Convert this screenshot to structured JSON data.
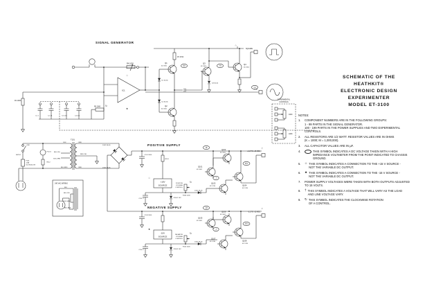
{
  "colors": {
    "ink": "#222222",
    "paper": "#ffffff"
  },
  "icons": {
    "plus15_star": "☆",
    "minus15_star": "★",
    "varies_dagger": "†",
    "cw_rotation": "↻"
  },
  "title_block": {
    "lines": [
      "SCHEMATIC OF THE",
      "HEATHKIT®",
      "ELECTRONIC DESIGN",
      "EXPERIMENTER",
      "MODEL ET-3100"
    ]
  },
  "notes": {
    "heading": "NOTES:",
    "items": [
      {
        "num": "1.",
        "text": "COMPONENT NUMBERS ARE IN THE FOLLOWING GROUPS:\n1 - 99  PARTS IN THE SIGNAL GENERATOR.\n100 - 199  PARTS IN THE POWER SUPPLIES AND TWO EXPERIMENTAL\nCONTROLS."
      },
      {
        "num": "2.",
        "text": "ALL RESISTORS ARE 1/2 WATT.  RESISTOR VALUES ARE IN OHMS\n(K = 1000; M = 1,000,000)."
      },
      {
        "num": "3.",
        "text": "ALL CAPACITOR VALUES ARE IN µF."
      },
      {
        "num": "4.",
        "text": "THIS SYMBOL INDICATES A DC VOLTAGE TAKEN WITH A HIGH\nIMPEDANCE VOLTMETER FROM THE POINT INDICATED TO CHASSIS\nGROUND."
      },
      {
        "num": "5.",
        "text": "THIS SYMBOL INDICATES A CONNECTION TO THE +15 V SOURCE -\nNOT THE VARIABLE DC OUTPUT."
      },
      {
        "num": "6.",
        "text": "THIS SYMBOL INDICATES A CONNECTION TO THE -15 V SOURCE -\nNOT THE VARIABLE DC OUTPUT."
      },
      {
        "num": "7.",
        "text": "POWER SUPPLY VOLTAGES WERE TAKEN WITH BOTH OUTPUTS ADJUSTED\nTO 15 VOLTS."
      },
      {
        "num": "8.",
        "text": "THIS SYMBOL INDICATES A VOLTAGE THAT WILL VARY AS THE LOAD\nAND LINE VOLTAGE VARY."
      },
      {
        "num": "9.",
        "text": "THIS SYMBOL INDICATES THE CLOCKWISE ROTATION\nOF A CONTROL."
      }
    ]
  },
  "sections": {
    "signal_generator": "SIGNAL GENERATOR",
    "positive_supply": "POSITIVE SUPPLY",
    "negative_supply": "NEGATIVE SUPPLY",
    "experimental_controls_1": "EXPERIMENTAL",
    "experimental_controls_2": "CONTROLS",
    "mains_240": "240 VAC WIRING"
  },
  "sg": {
    "ic": "IC1",
    "r4": "R4 1000",
    "r1": "R1 100K",
    "r5": "R5 1000",
    "c1": "C1 .1",
    "c2": "C2 .01",
    "c3": "C3 .001",
    "c4": "C4 100"
  },
  "amp": {
    "q1": "Q1",
    "q1p": "417-801",
    "q2": "Q2",
    "q2p": "417-801",
    "q3": "Q3",
    "q3p": "417-801",
    "q4": "Q4",
    "q4p": "417-801",
    "d1": "D1 56-56",
    "d2": "D2 56-56",
    "d3": "D3 56-56",
    "r7": "R7 4700",
    "square": "SQUARE",
    "sine": "SINE"
  },
  "pos": {
    "q101": "Q101",
    "q101p": "417-801",
    "q102": "Q102",
    "q102p": "417-801",
    "q103": "Q103",
    "q103p": "417-235",
    "q104": "Q104",
    "q104p": "417-235",
    "d101": "D101 56-56",
    "d102": "D102 56-56",
    "d103": "D103 56-56",
    "c101": "C101 2000",
    "c102": "C102 .1",
    "zd101": "ZD101 15V",
    "r101": "R101",
    "r108": "R108 1000",
    "src1": "+15V",
    "src2": "SOURCE",
    "ctl1": "POSITIVE",
    "ctl2": "VOLTAGE",
    "ctl3": "CONTROL",
    "out": "+1.2 TO +15 VDC"
  },
  "neg": {
    "q105": "Q105",
    "q105p": "417-801",
    "q106": "Q106",
    "q106p": "417-801",
    "q107": "Q107",
    "q107p": "417-235",
    "q108": "Q108",
    "q108p": "417-235",
    "d107": "D107 56-56",
    "c103": "C103 2000",
    "c104": "C104 .1",
    "zd102": "ZD102 15V",
    "r110": "R110 1000",
    "src1": "-15V",
    "src2": "SOURCE",
    "ctl1": "NEGATIVE",
    "ctl2": "VOLTAGE",
    "ctl3": "CONTROL",
    "out": "-1.2 TO -15 VDC"
  },
  "mains": {
    "t101": "T101",
    "sw_off": "OFF",
    "sw_ref": "SW101",
    "fuse1": "F101",
    "fuse2": "1/4A",
    "fuse3": "SLOW-BLOW",
    "pilot": "PL101",
    "r112": "R112",
    "blk": "BLK",
    "blk_yel": "BLK-YEL",
    "blk_grn": "BLK-GRN",
    "blk_red": "BLK-RED",
    "red_top": "RED",
    "red_yel": "RED-YEL",
    "red_bot": "RED",
    "i_blk": "BLK",
    "i_blk_yel": "BLK-YEL",
    "i_blk_grn": "BLK-GRN",
    "i_blk_red": "BLK-RED"
  },
  "exp": {
    "pot1": "1000",
    "pot2": "100K"
  },
  "volts": {
    "a1": "8.8",
    "a2": "7.5",
    "a3": "1.4",
    "p1": "18",
    "p2": "15.1",
    "p3": ".7",
    "n1": "-18",
    "n2": "-15.1",
    "n3": "-.7"
  }
}
